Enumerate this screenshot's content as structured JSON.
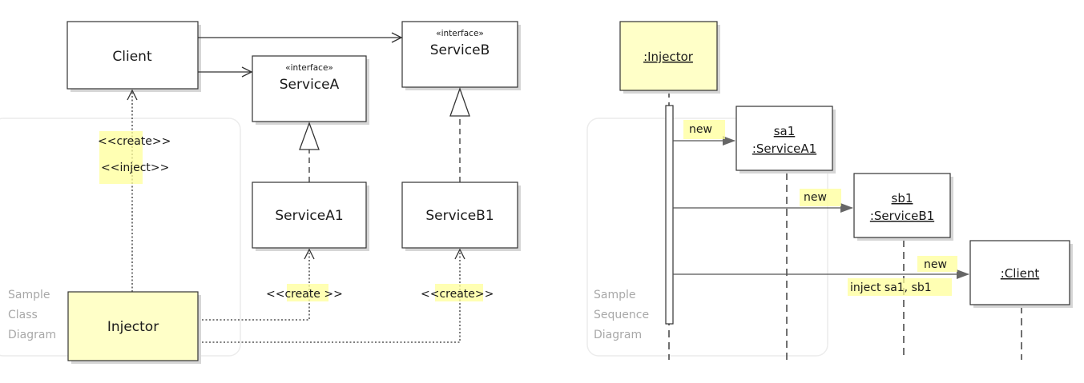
{
  "class_diagram": {
    "frame_label": [
      "Sample",
      "Class",
      "Diagram"
    ],
    "client": "Client",
    "service_a": {
      "stereotype": "«interface»",
      "name": "ServiceA"
    },
    "service_b": {
      "stereotype": "«interface»",
      "name": "ServiceB"
    },
    "service_a1": "ServiceA1",
    "service_b1": "ServiceB1",
    "injector": "Injector",
    "create_label": "<<create>>",
    "inject_label": "<<inject>>",
    "create_a1_label": "<<create >>",
    "create_b1_label": "<<create>>"
  },
  "sequence_diagram": {
    "frame_label": [
      "Sample",
      "Sequence",
      "Diagram"
    ],
    "injector": ":Injector",
    "sa1": {
      "line1": "sa1",
      "line2": ":ServiceA1"
    },
    "sb1": {
      "line1": "sb1",
      "line2": ":ServiceB1"
    },
    "client": ":Client",
    "msg_new_1": "new",
    "msg_new_2": "new",
    "msg_new_3": "new",
    "msg_inject": "inject sa1, sb1"
  },
  "colors": {
    "highlight": "#ffff99",
    "injector_fill": "#ffffc8",
    "line": "#333333"
  }
}
